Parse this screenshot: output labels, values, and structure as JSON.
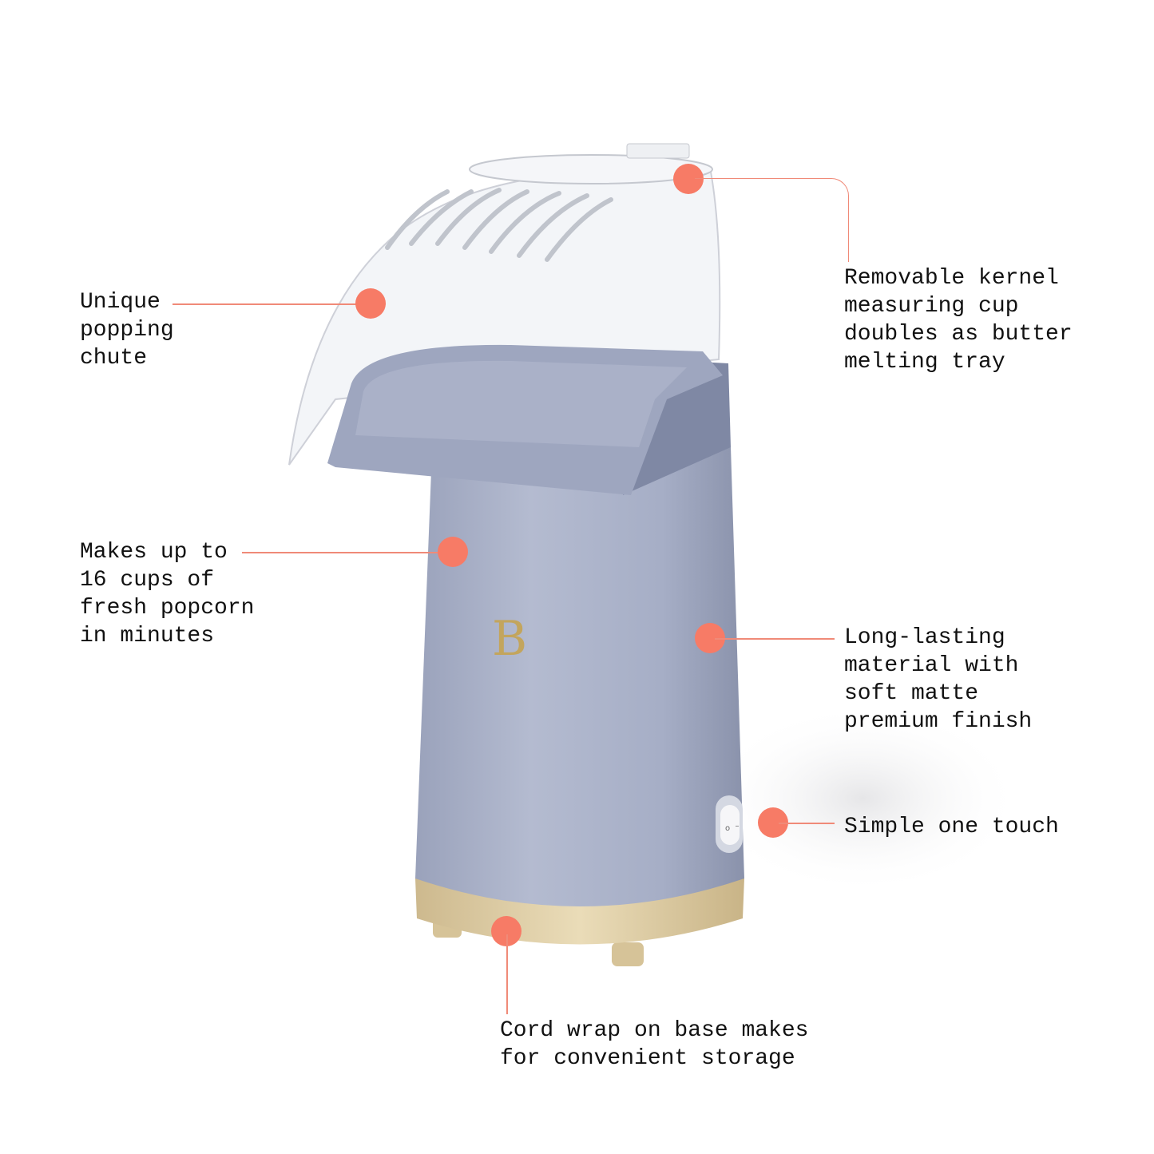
{
  "colors": {
    "accent": "#f77b66",
    "body": "#a9b1c8",
    "gold": "#d8c6a0",
    "text": "#111111"
  },
  "product": {
    "logo_letter": "B",
    "switch_labels": [
      "o",
      "–"
    ]
  },
  "callouts": [
    {
      "id": "chute",
      "lines": [
        "Unique",
        "popping",
        "chute"
      ]
    },
    {
      "id": "measuring-cup",
      "lines": [
        "Removable kernel",
        "measuring cup",
        "doubles as butter",
        "melting tray"
      ]
    },
    {
      "id": "capacity",
      "lines": [
        "Makes up to",
        "16 cups of",
        "fresh popcorn",
        "in minutes"
      ]
    },
    {
      "id": "finish",
      "lines": [
        "Long-lasting",
        "material with",
        "soft matte",
        "premium finish"
      ]
    },
    {
      "id": "switch",
      "lines": [
        "Simple one touch"
      ]
    },
    {
      "id": "cord-wrap",
      "lines": [
        "Cord wrap on base makes",
        "for convenient storage"
      ]
    }
  ]
}
